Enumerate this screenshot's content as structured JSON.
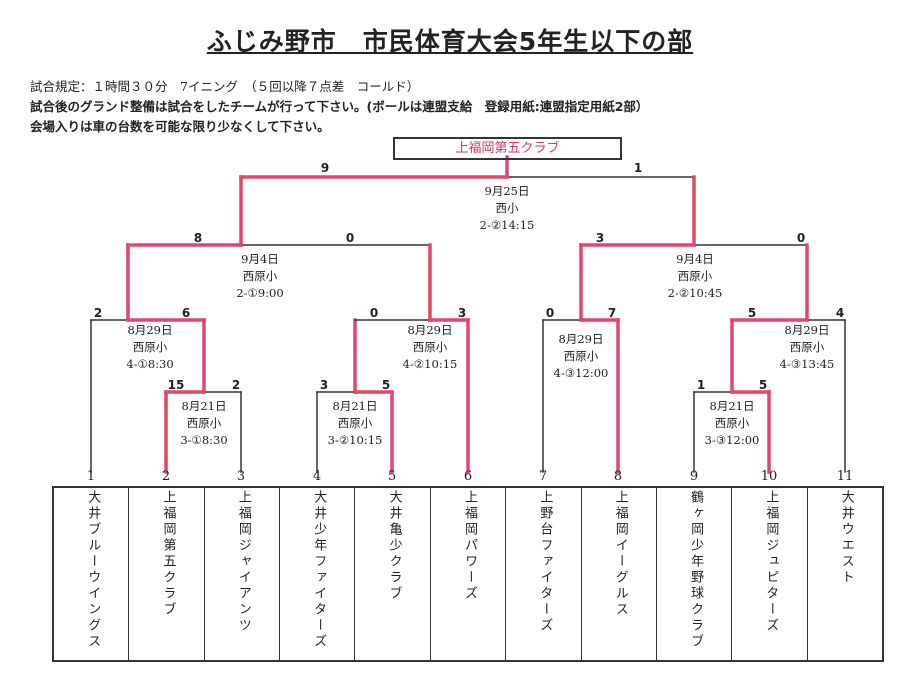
{
  "title": "ふじみ野市　市民体育大会5年生以下の部",
  "rules": [
    "試合規定：１時間３０分　7イニング　（５回以降７点差　コールド）",
    "試合後のグランド整備は試合をしたチームが行って下さい。(ボールは連盟支給　登録用紙:連盟指定用紙2部）",
    "会場入りは車の台数を可能な限り少なくして下さい。"
  ],
  "champion": "上福岡第五クラブ",
  "colors": {
    "winner_line": "#e0486a",
    "line": "#333333",
    "champion_text": "#d63a5e"
  },
  "teams": [
    {
      "no": "1",
      "name": "大井ブルーウイングス"
    },
    {
      "no": "2",
      "name": "上福岡第五クラブ"
    },
    {
      "no": "3",
      "name": "上福岡ジャイアンツ"
    },
    {
      "no": "4",
      "name": "大井少年ファイターズ"
    },
    {
      "no": "5",
      "name": "大井亀少クラブ"
    },
    {
      "no": "6",
      "name": "上福岡パワーズ"
    },
    {
      "no": "7",
      "name": "上野台ファイターズ"
    },
    {
      "no": "8",
      "name": "上福岡イーグルス"
    },
    {
      "no": "9",
      "name": "鶴ヶ岡少年野球クラブ"
    },
    {
      "no": "10",
      "name": "上福岡ジュピターズ"
    },
    {
      "no": "11",
      "name": "大井ウエスト"
    }
  ],
  "matches": {
    "r1a": {
      "date": "8月21日",
      "venue": "西原小",
      "slot": "3-①8:30",
      "score_left": "15",
      "score_right": "2"
    },
    "r1b": {
      "date": "8月21日",
      "venue": "西原小",
      "slot": "3-②10:15",
      "score_left": "3",
      "score_right": "5"
    },
    "r1c": {
      "date": "8月21日",
      "venue": "西原小",
      "slot": "3-③12:00",
      "score_left": "1",
      "score_right": "5"
    },
    "qf1": {
      "date": "8月29日",
      "venue": "西原小",
      "slot": "4-①8:30",
      "score_left": "2",
      "score_right": "6"
    },
    "qf2": {
      "date": "8月29日",
      "venue": "西原小",
      "slot": "4-②10:15",
      "score_left": "0",
      "score_right": "3"
    },
    "qf3": {
      "date": "8月29日",
      "venue": "西原小",
      "slot": "4-③12:00",
      "score_left": "0",
      "score_right": "7"
    },
    "qf4": {
      "date": "8月29日",
      "venue": "西原小",
      "slot": "4-③13:45",
      "score_left": "5",
      "score_right": "4"
    },
    "sf1": {
      "date": "9月4日",
      "venue": "西原小",
      "slot": "2-①9:00",
      "score_left": "8",
      "score_right": "0"
    },
    "sf2": {
      "date": "9月4日",
      "venue": "西原小",
      "slot": "2-②10:45",
      "score_left": "3",
      "score_right": "0"
    },
    "final": {
      "date": "9月25日",
      "venue": "西小",
      "slot": "2-②14:15",
      "score_left": "9",
      "score_right": "1"
    }
  }
}
